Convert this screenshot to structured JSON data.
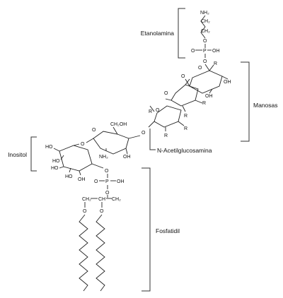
{
  "labels": {
    "ethanolamine": "Etanolamina",
    "mannoses": "Manosas",
    "n_acetylglucosamine": "N-Acetilglucosamina",
    "inositol": "Inositol",
    "phosphatidyl": "Fosfatidil"
  },
  "atoms": {
    "nh2": "NH₂",
    "ch2": "CH₂",
    "ch2oh": "CH₂OH",
    "o": "O",
    "p": "P",
    "oh": "OH",
    "ho": "HO",
    "r": "R",
    "ch": "CH"
  }
}
